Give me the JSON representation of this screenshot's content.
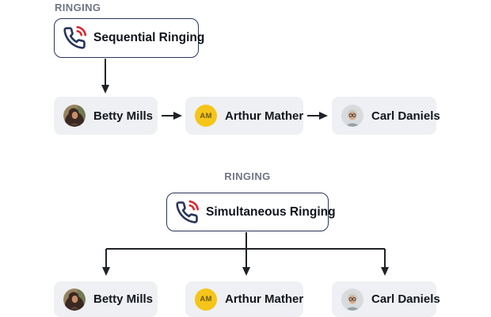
{
  "colors": {
    "navy": "#29355c",
    "red": "#d7282f",
    "arrow": "#1f2227",
    "chip_bg": "#eef0f3",
    "status_label": "#6e7683",
    "name_text": "#14171d",
    "avatar_yellow": "#f5c51a"
  },
  "sequential": {
    "status_label": "RINGING",
    "node_label": "Sequential Ringing",
    "node_icon": "phone-ringing-icon",
    "members": [
      {
        "name": "Betty Mills",
        "avatar": "photo-woman"
      },
      {
        "name": "Arthur Mather",
        "avatar": "initials",
        "initials": "AM"
      },
      {
        "name": "Carl Daniels",
        "avatar": "photo-older-man"
      }
    ]
  },
  "simultaneous": {
    "status_label": "RINGING",
    "node_label": "Simultaneous Ringing",
    "node_icon": "phone-ringing-icon",
    "members": [
      {
        "name": "Betty Mills",
        "avatar": "photo-woman"
      },
      {
        "name": "Arthur Mather",
        "avatar": "initials",
        "initials": "AM"
      },
      {
        "name": "Carl Daniels",
        "avatar": "photo-older-man"
      }
    ]
  }
}
